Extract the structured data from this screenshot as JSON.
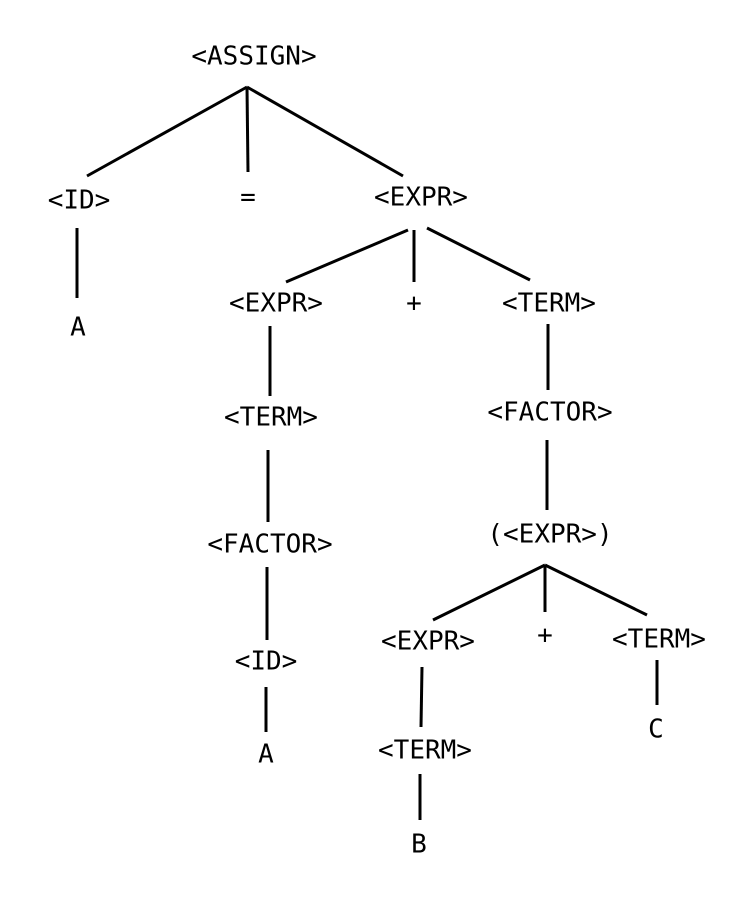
{
  "diagram": {
    "nodes": [
      {
        "id": "assign",
        "label": "<ASSIGN>"
      },
      {
        "id": "id1",
        "label": "<ID>"
      },
      {
        "id": "eq",
        "label": "="
      },
      {
        "id": "expr1",
        "label": "<EXPR>"
      },
      {
        "id": "a1",
        "label": "A"
      },
      {
        "id": "expr2",
        "label": "<EXPR>"
      },
      {
        "id": "plus1",
        "label": "+"
      },
      {
        "id": "term1",
        "label": "<TERM>"
      },
      {
        "id": "term2",
        "label": "<TERM>"
      },
      {
        "id": "factor1",
        "label": "<FACTOR>"
      },
      {
        "id": "factor2",
        "label": "<FACTOR>"
      },
      {
        "id": "pexpr",
        "label": "(<EXPR>)"
      },
      {
        "id": "id2",
        "label": "<ID>"
      },
      {
        "id": "expr3",
        "label": "<EXPR>"
      },
      {
        "id": "plus2",
        "label": "+"
      },
      {
        "id": "term3",
        "label": "<TERM>"
      },
      {
        "id": "a2",
        "label": "A"
      },
      {
        "id": "term4",
        "label": "<TERM>"
      },
      {
        "id": "c",
        "label": "C"
      },
      {
        "id": "b",
        "label": "B"
      }
    ],
    "edges": [
      [
        "assign",
        "id1"
      ],
      [
        "assign",
        "eq"
      ],
      [
        "assign",
        "expr1"
      ],
      [
        "id1",
        "a1"
      ],
      [
        "expr1",
        "expr2"
      ],
      [
        "expr1",
        "plus1"
      ],
      [
        "expr1",
        "term1"
      ],
      [
        "expr2",
        "term2"
      ],
      [
        "term2",
        "factor1"
      ],
      [
        "factor1",
        "id2"
      ],
      [
        "id2",
        "a2"
      ],
      [
        "term1",
        "factor2"
      ],
      [
        "factor2",
        "pexpr"
      ],
      [
        "pexpr",
        "expr3"
      ],
      [
        "pexpr",
        "plus2"
      ],
      [
        "pexpr",
        "term3"
      ],
      [
        "expr3",
        "term4"
      ],
      [
        "term4",
        "b"
      ],
      [
        "term3",
        "c"
      ]
    ]
  }
}
